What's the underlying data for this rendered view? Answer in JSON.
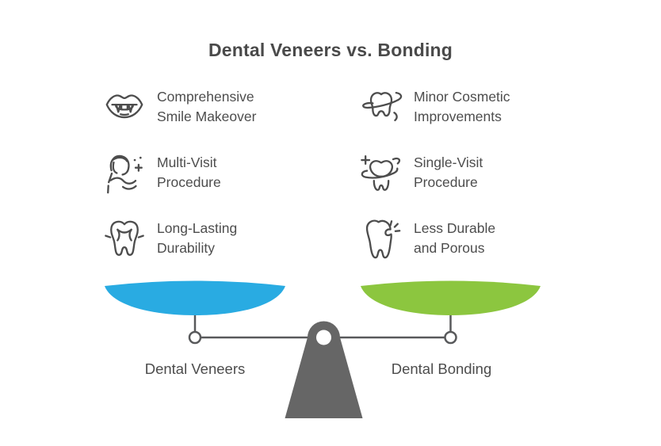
{
  "title": "Dental Veneers vs. Bonding",
  "colors": {
    "veneers": "#29abe2",
    "bonding": "#8cc63f",
    "fulcrum": "#666666",
    "line": "#58595b",
    "ink": "#4d4d4d",
    "title": "#4a4a4a"
  },
  "columns": {
    "left": {
      "items": [
        {
          "icon": "lips-smile-icon",
          "label": "Comprehensive\nSmile Makeover"
        },
        {
          "icon": "dentist-icon",
          "label": "Multi-Visit\nProcedure"
        },
        {
          "icon": "tooth-strong-icon",
          "label": "Long-Lasting\nDurability"
        }
      ]
    },
    "right": {
      "items": [
        {
          "icon": "tooth-band-icon",
          "label": "Minor Cosmetic\nImprovements"
        },
        {
          "icon": "tooth-plus-icon",
          "label": "Single-Visit\nProcedure"
        },
        {
          "icon": "tooth-cracked-icon",
          "label": "Less Durable\nand Porous"
        }
      ]
    }
  },
  "scale": {
    "left_label": "Dental Veneers",
    "right_label": "Dental Bonding"
  }
}
